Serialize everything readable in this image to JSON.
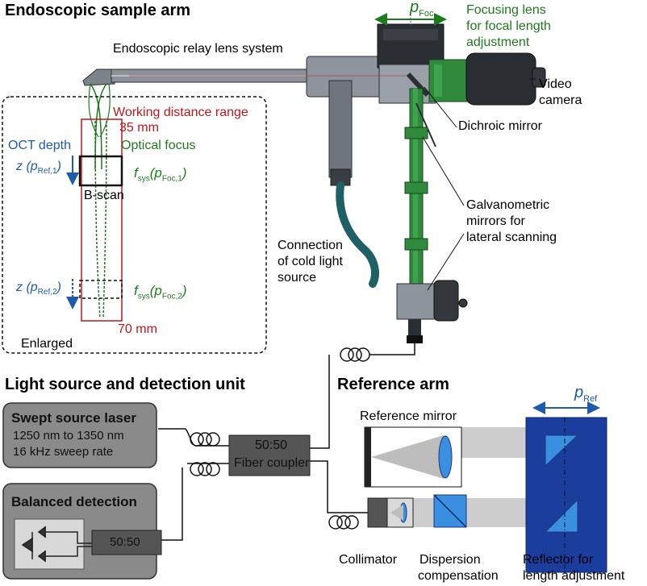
{
  "sections": {
    "sample_arm": "Endoscopic sample arm",
    "light_source": "Light source and detection unit",
    "reference_arm": "Reference arm"
  },
  "sample_arm": {
    "relay_lens": "Endoscopic relay lens system",
    "focus_symbol": "p",
    "focus_sub": "Foc",
    "focus_lens_line1": "Focusing lens",
    "focus_lens_line2": "for focal length",
    "focus_lens_line3": "adjustment",
    "video_line1": "Video",
    "video_line2": "camera",
    "dichroic": "Dichroic mirror",
    "galvo_line1": "Galvanometric",
    "galvo_line2": "mirrors for",
    "galvo_line3": "lateral scanning",
    "cold_light_line1": "Connection",
    "cold_light_line2": "of cold light",
    "cold_light_line3": "source"
  },
  "enlarged": {
    "label": "Enlarged",
    "wd_line1": "Working distance range",
    "wd_line2": "35 mm",
    "oct_depth": "OCT depth",
    "optical_focus": "Optical focus",
    "z1": "z (p",
    "z1_sub": "Ref,1",
    "z2": "z (p",
    "z2_sub": "Ref,2",
    "f1": "f",
    "f1_sub": "sys",
    "f1_arg": "(p",
    "f1_arg_sub": "Foc,1",
    "f2": "f",
    "f2_sub": "sys",
    "f2_arg": "(p",
    "f2_arg_sub": "Foc,2",
    "bscan": "B-scan",
    "length": "70 mm"
  },
  "light_source": {
    "laser_title": "Swept source laser",
    "laser_line1": "1250 nm to 1350 nm",
    "laser_line2": "16 kHz sweep rate",
    "detection_title": "Balanced detection",
    "coupler_small": "50:50",
    "coupler_ratio": "50:50",
    "coupler_name": "Fiber coupler"
  },
  "reference_arm": {
    "ref_mirror": "Reference mirror",
    "pref_symbol": "p",
    "pref_sub": "Ref",
    "collimator": "Collimator",
    "dispersion_line1": "Dispersion",
    "dispersion_line2": "compensation",
    "reflector_line1": "Reflector for",
    "reflector_line2": "length adjustment"
  },
  "colors": {
    "green": "#1e7a1e",
    "red": "#c0161b",
    "blue": "#1f5bab",
    "navy_block": "#1b3e9e",
    "prism_blue": "#3b8fe0",
    "box_gray": "#8a8a8a",
    "dark_gray": "#555555"
  }
}
